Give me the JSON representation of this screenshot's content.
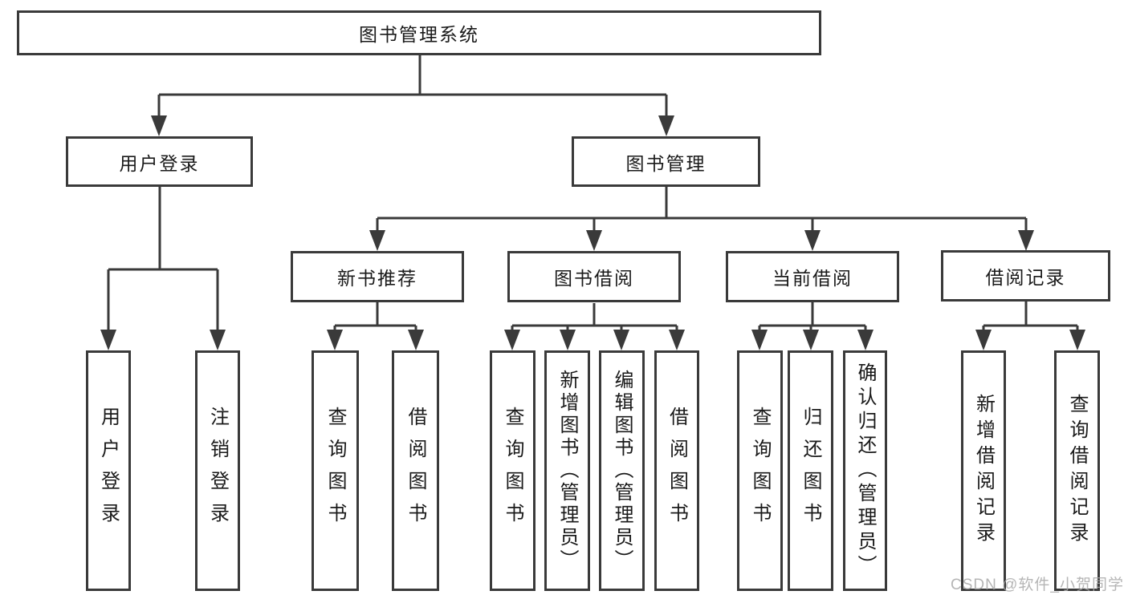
{
  "colors": {
    "background": "#ffffff",
    "line": "#3a3a3a",
    "box_border": "#3a3a3a",
    "text": "#1a1a1a",
    "watermark": "#a9a9a9"
  },
  "tree": {
    "root": {
      "label": "图书管理系统"
    },
    "level2": [
      {
        "label": "用户登录"
      },
      {
        "label": "图书管理"
      }
    ],
    "level3": [
      {
        "label": "新书推荐"
      },
      {
        "label": "图书借阅"
      },
      {
        "label": "当前借阅"
      },
      {
        "label": "借阅记录"
      }
    ],
    "leaves": {
      "user_login": [
        {
          "label": "用户登录"
        },
        {
          "label": "注销登录"
        }
      ],
      "new_book_rec": [
        {
          "label": "查询图书"
        },
        {
          "label": "借阅图书"
        }
      ],
      "book_borrow": [
        {
          "label": "查询图书"
        },
        {
          "label": "新增图书（管理员）"
        },
        {
          "label": "编辑图书（管理员）"
        },
        {
          "label": "借阅图书"
        }
      ],
      "current_borrow": [
        {
          "label": "查询图书"
        },
        {
          "label": "归还图书"
        },
        {
          "label": "确认归还（管理员）"
        }
      ],
      "borrow_records": [
        {
          "label": "新增借阅记录"
        },
        {
          "label": "查询借阅记录"
        }
      ]
    }
  },
  "watermark": {
    "text": "CSDN @软件_小贺同学"
  }
}
